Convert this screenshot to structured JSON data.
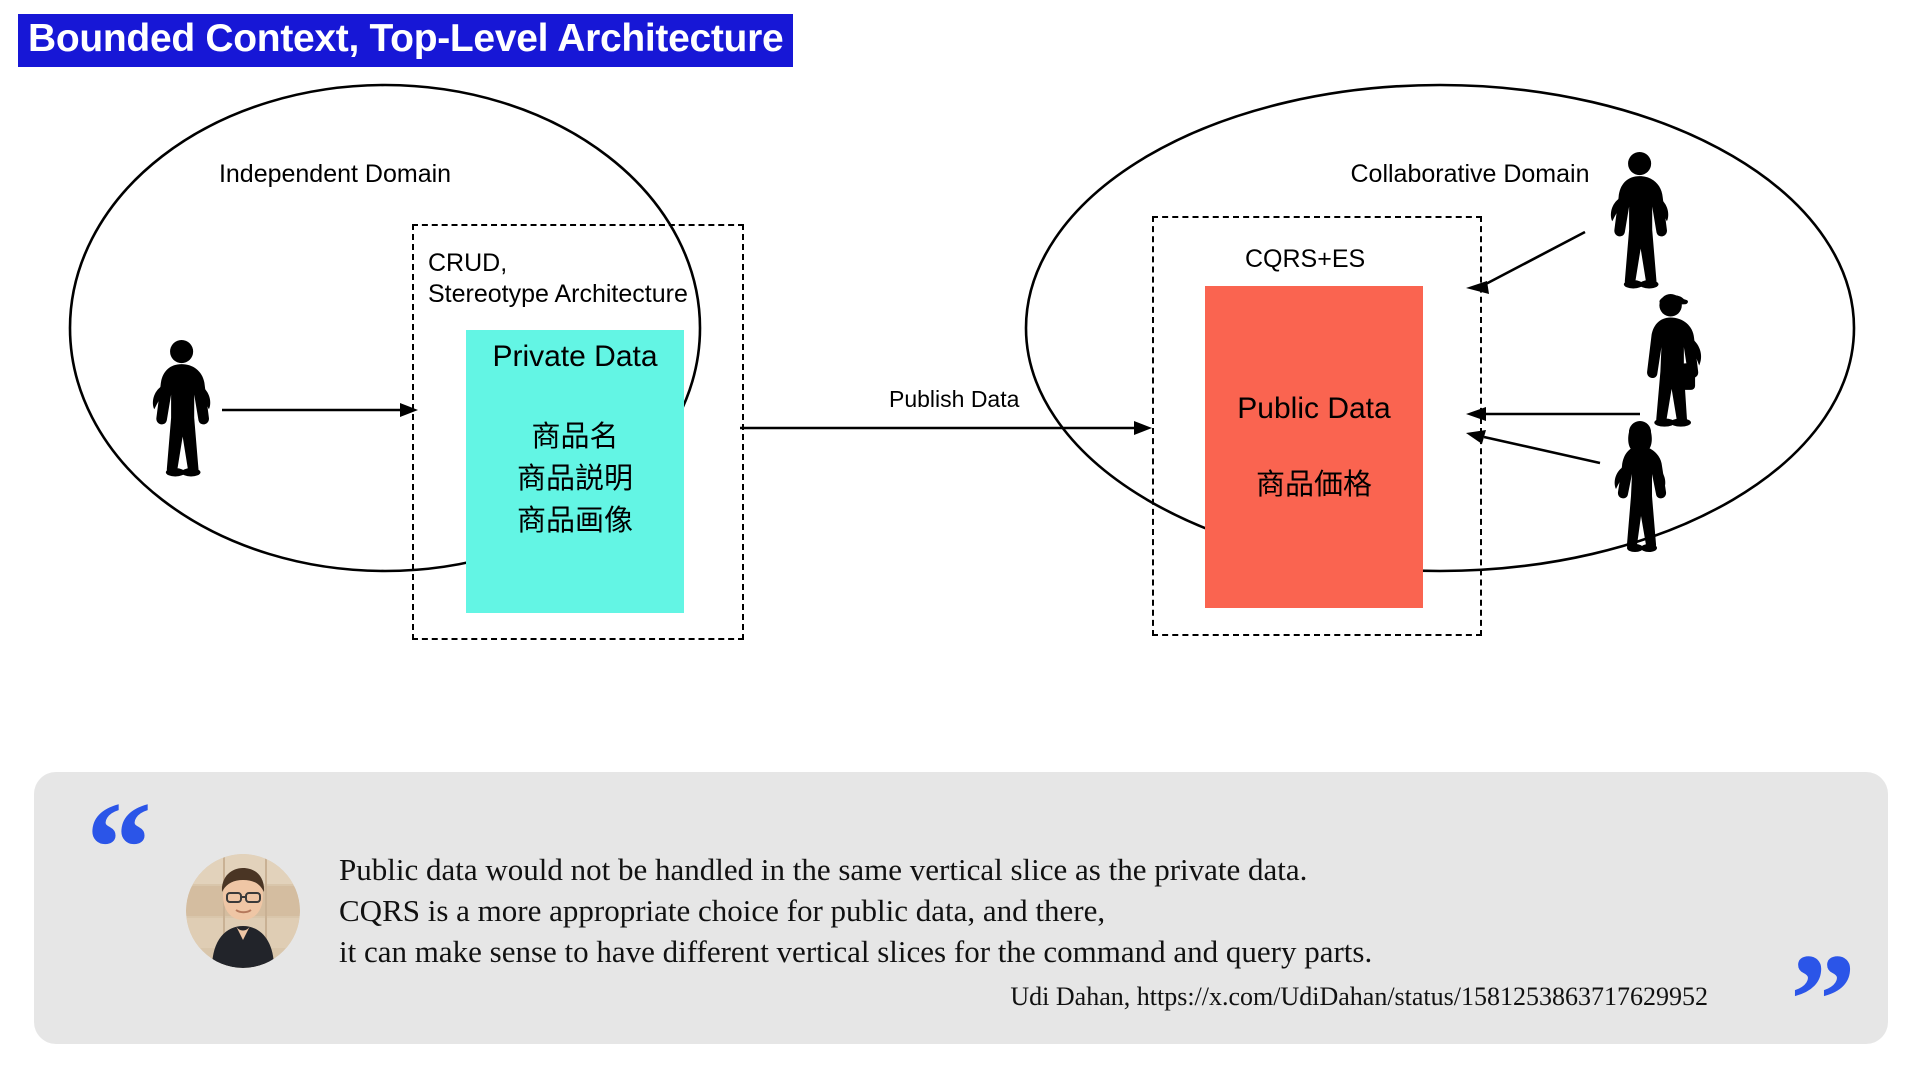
{
  "title": "Bounded Context, Top-Level Architecture",
  "colors": {
    "title_background": "#1717d6",
    "title_text": "#ffffff",
    "private_data_fill": "#63f5e4",
    "public_data_fill": "#fa6450",
    "quote_panel_background": "#e6e6e6",
    "quote_mark": "#2b55e8",
    "stroke": "#000000"
  },
  "diagram": {
    "left_domain": {
      "label": "Independent Domain",
      "inner_box_caption": "CRUD,\nStereotype Architecture",
      "card": {
        "title": "Private Data",
        "fields": "商品名\n商品説明\n商品画像"
      },
      "actor": "person-silhouette-standing"
    },
    "right_domain": {
      "label": "Collaborative Domain",
      "inner_box_caption": "CQRS+ES",
      "card": {
        "title": "Public Data",
        "fields": "商品価格"
      },
      "actors": [
        "person-silhouette-standing",
        "person-silhouette-worker",
        "person-silhouette-woman"
      ]
    },
    "connector_label": "Publish Data"
  },
  "quote": {
    "open_mark": "“",
    "close_mark": "”",
    "text": "Public data would not be handled in the same vertical slice as the private data.\nCQRS is a more appropriate choice for public data, and there,\nit can make sense to have different vertical slices for the command and query parts.",
    "attribution": "Udi Dahan, https://x.com/UdiDahan/status/1581253863717629952",
    "avatar": "udi-dahan-portrait"
  }
}
